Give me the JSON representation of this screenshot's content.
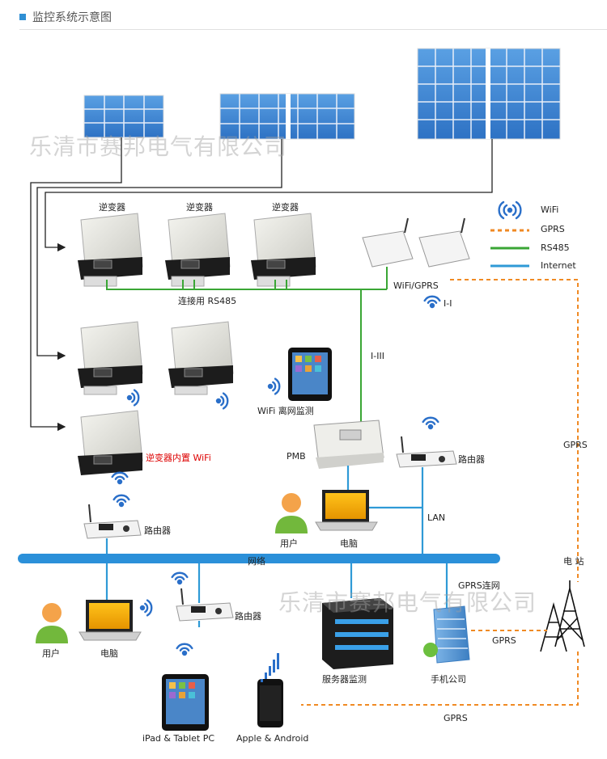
{
  "header": {
    "title": "监控系统示意图"
  },
  "watermark": "乐清市赛邦电气有限公司",
  "legend": [
    {
      "icon": "wifi-icon",
      "label": "WiFi",
      "color": "#2a6fc9"
    },
    {
      "icon": "gprs-line",
      "label": "GPRS",
      "color": "#f08a24"
    },
    {
      "icon": "rs485-line",
      "label": "RS485",
      "color": "#3aa635"
    },
    {
      "icon": "internet-line",
      "label": "Internet",
      "color": "#2f9ad6"
    }
  ],
  "labels": {
    "inverter": "逆变器",
    "rs485_connect": "连接用 RS485",
    "wifi_gprs": "WiFi/GPRS",
    "i_i": "I-I",
    "i_iii": "I-III",
    "wifi_offgrid": "WiFi 离网监测",
    "builtin_wifi": "逆变器内置 WiFi",
    "pmb": "PMB",
    "router": "路由器",
    "user": "用户",
    "computer": "电脑",
    "lan": "LAN",
    "network": "网络",
    "gprs": "GPRS",
    "station": "电 站",
    "gprs_connect": "GPRS连网",
    "server": "服务器监测",
    "mobile_company": "手机公司",
    "ipad": "iPad & Tablet PC",
    "apple_android": "Apple & Android"
  },
  "colors": {
    "rs485": "#3aa635",
    "internet": "#2f9ad6",
    "gprs": "#f08a24",
    "network_bar": "#2b90d9",
    "wifi": "#2a6fc9",
    "panel": "#3f86d4"
  }
}
